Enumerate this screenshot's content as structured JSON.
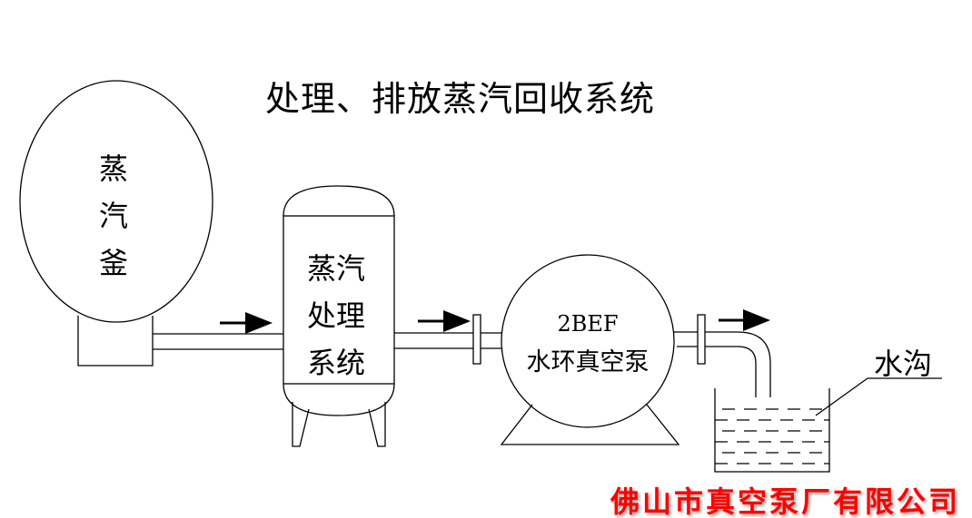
{
  "title": "处理、排放蒸汽回收系统",
  "components": {
    "steam_kettle": {
      "label_lines": [
        "蒸",
        "汽",
        "釜"
      ]
    },
    "steam_treatment": {
      "label_lines": [
        "蒸汽",
        "处理",
        "系统"
      ]
    },
    "vacuum_pump": {
      "model": "2BEF",
      "name": "水环真空泵"
    },
    "ditch": {
      "label": "水沟"
    }
  },
  "flow_arrows": [
    "kettle-to-treatment",
    "treatment-to-pump",
    "pump-to-ditch"
  ],
  "company": {
    "name": "佛山市真空泵厂有限公司",
    "color": "#ff0000"
  }
}
